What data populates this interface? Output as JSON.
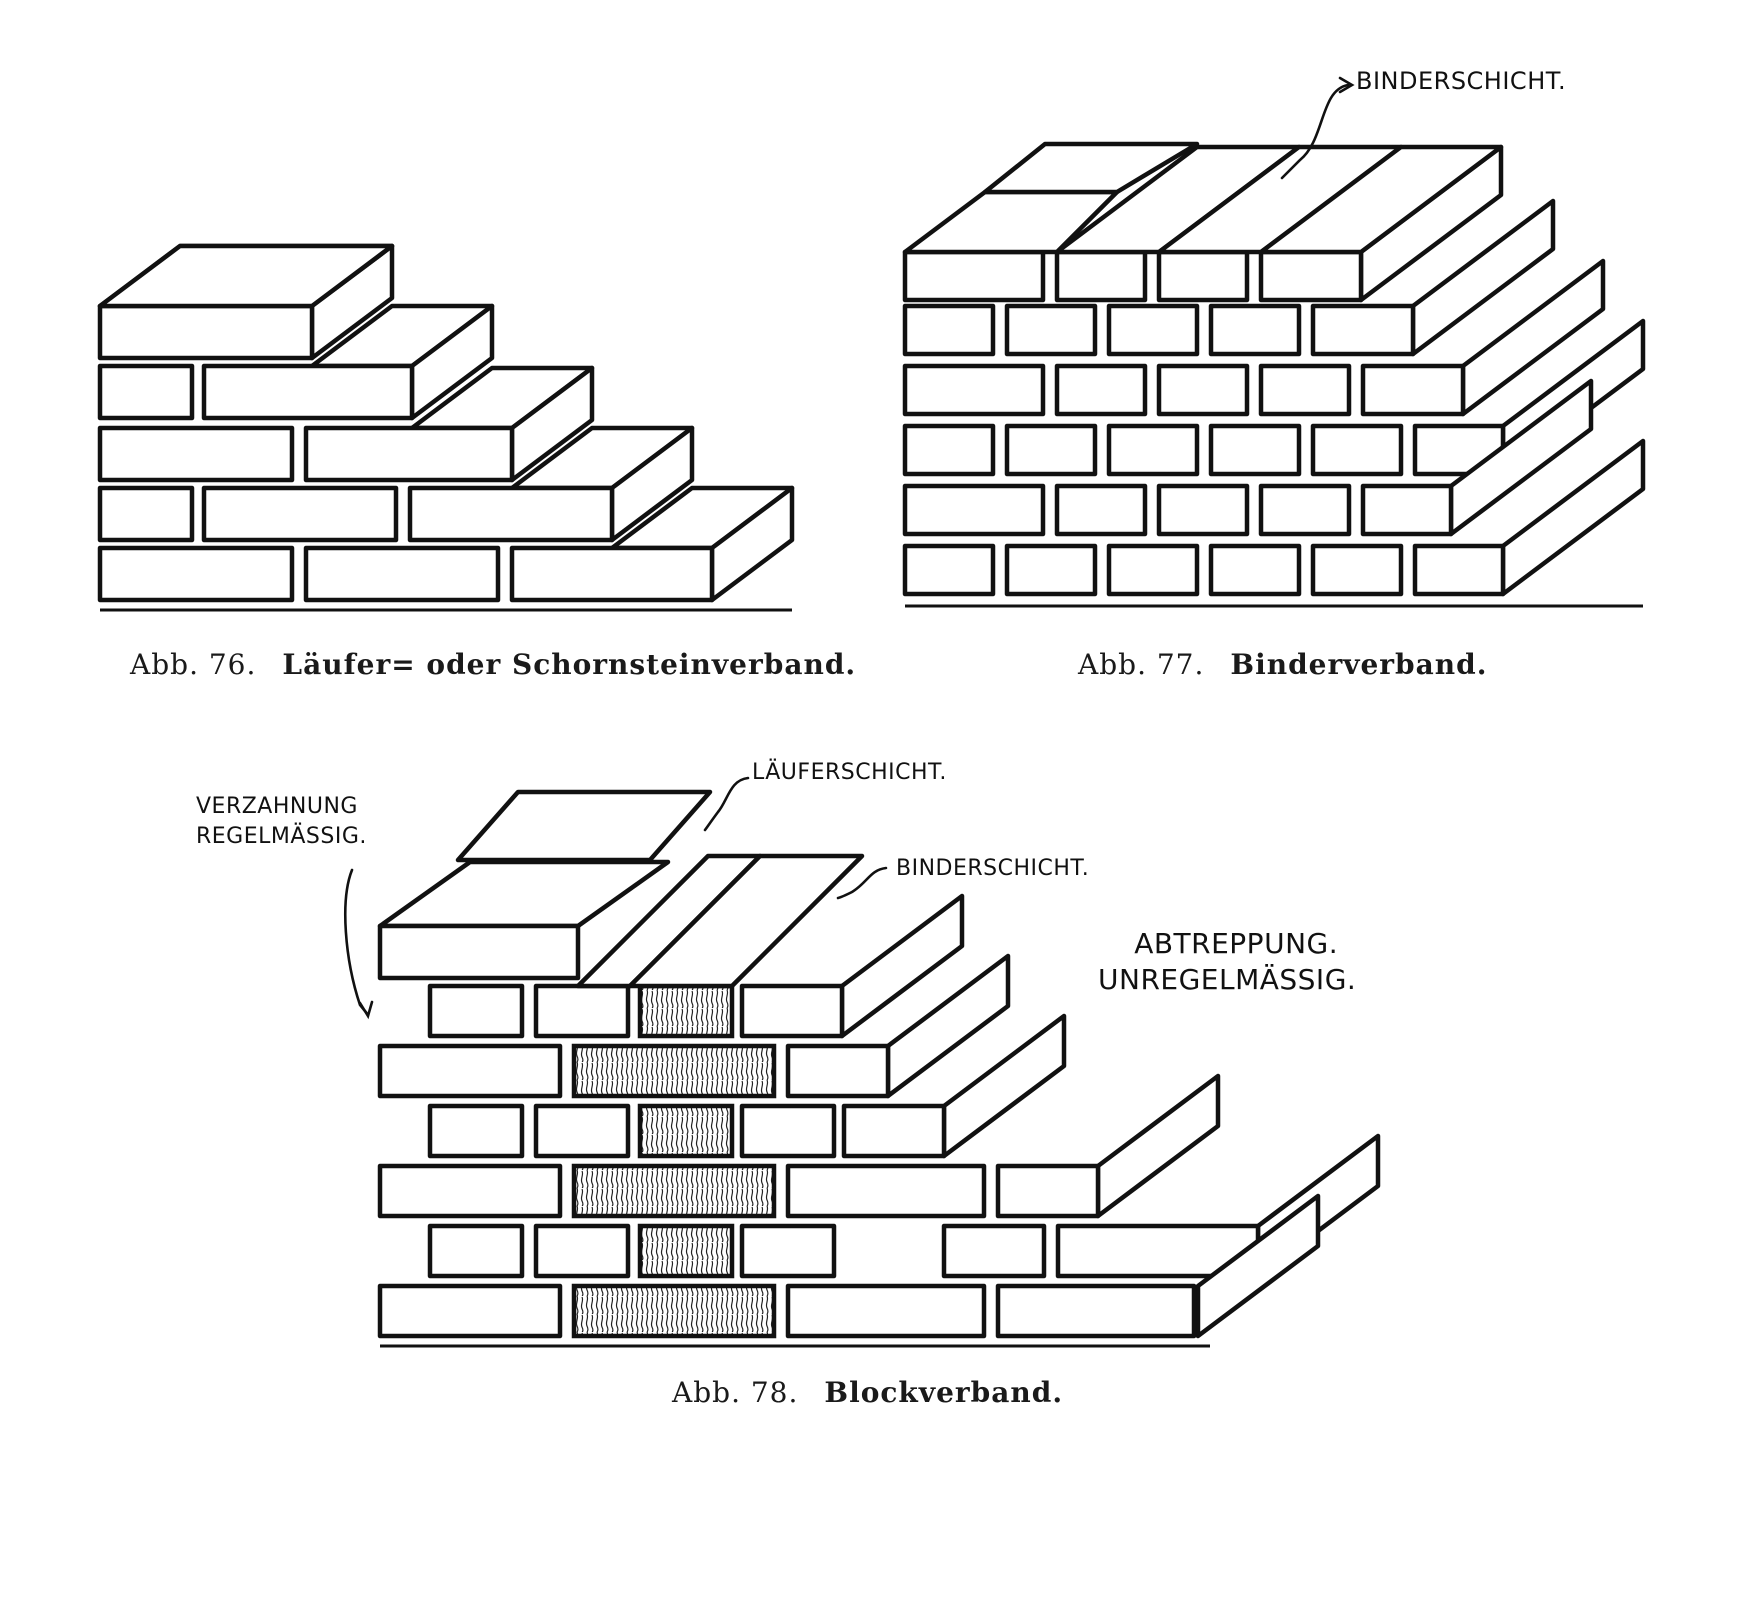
{
  "figures": [
    {
      "id": "fig76",
      "caption_number": "Abb. 76.",
      "caption_title": "Läufer= oder Schornsteinverband."
    },
    {
      "id": "fig77",
      "caption_number": "Abb. 77.",
      "caption_title": "Binderverband.",
      "label": "BINDERSCHICHT."
    },
    {
      "id": "fig78",
      "caption_number": "Abb. 78.",
      "caption_title": "Blockverband.",
      "labels": {
        "laeuferschicht": "LÄUFERSCHICHT.",
        "binderschicht": "BINDERSCHICHT.",
        "verzahnung_line1": "VERZAHNUNG",
        "verzahnung_line2": "REGELMÄSSIG.",
        "abtreppung_line1": "ABTREPPUNG.",
        "abtreppung_line2": "UNREGELMÄSSIG."
      }
    }
  ]
}
